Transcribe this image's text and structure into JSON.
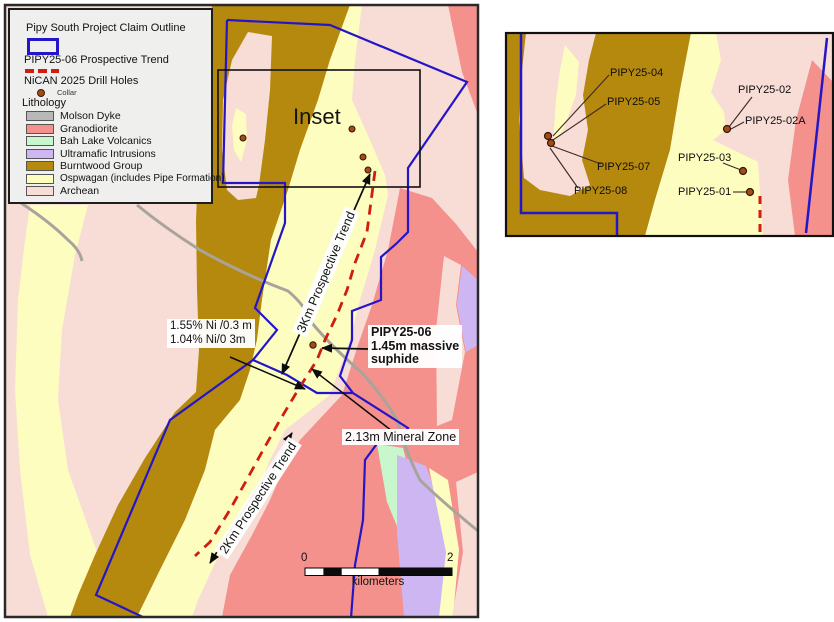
{
  "legend": {
    "claim_outline_label": "Pipy South Project Claim Outline",
    "trend_label": "PIPY25-06 Prospective Trend",
    "drill_holes_label": "NiCAN 2025 Drill Holes",
    "collar_label": "Collar",
    "lithology_title": "Lithology",
    "lithology": [
      {
        "name": "Molson Dyke",
        "color": "#b8b8b8"
      },
      {
        "name": "Granodiorite",
        "color": "#f5918c"
      },
      {
        "name": "Bah Lake Volcanics",
        "color": "#c9f7cd"
      },
      {
        "name": "Ultramafic Intrusions",
        "color": "#cdb6f2"
      },
      {
        "name": "Burntwood Group",
        "color": "#b5890d"
      },
      {
        "name": "Ospwagan (includes Pipe Formation)",
        "color": "#fdfdc0"
      },
      {
        "name": "Archean",
        "color": "#f8dcd6"
      }
    ]
  },
  "colors": {
    "claim_outline": "#2416c8",
    "prospective_trend": "#cf1d10",
    "collar_fill": "#a64b15",
    "road": "#a8a49c"
  },
  "main_map": {
    "inset_box_label": "Inset",
    "trend_3km_label": "3Km Prospective Trend",
    "trend_2km_label": "2Km Prospective Trend",
    "assay_label_line1": "1.55% Ni /0.3 m",
    "assay_label_line2": "1.04% Ni/0 3m",
    "highlight_label_line1": "PIPY25-06",
    "highlight_label_line2": "1.45m massive",
    "highlight_label_line3": "suphide",
    "mineral_zone_label": "2.13m Mineral Zone",
    "scale_bar": {
      "start": "0",
      "end": "2",
      "units": "kilometers"
    }
  },
  "inset_map": {
    "holes": [
      {
        "label": "PIPY25-04"
      },
      {
        "label": "PIPY25-05"
      },
      {
        "label": "PIPY25-07"
      },
      {
        "label": "PIPY25-08"
      },
      {
        "label": "PIPY25-02"
      },
      {
        "label": "PIPY25-02A"
      },
      {
        "label": "PIPY25-03"
      },
      {
        "label": "PIPY25-01"
      }
    ]
  }
}
